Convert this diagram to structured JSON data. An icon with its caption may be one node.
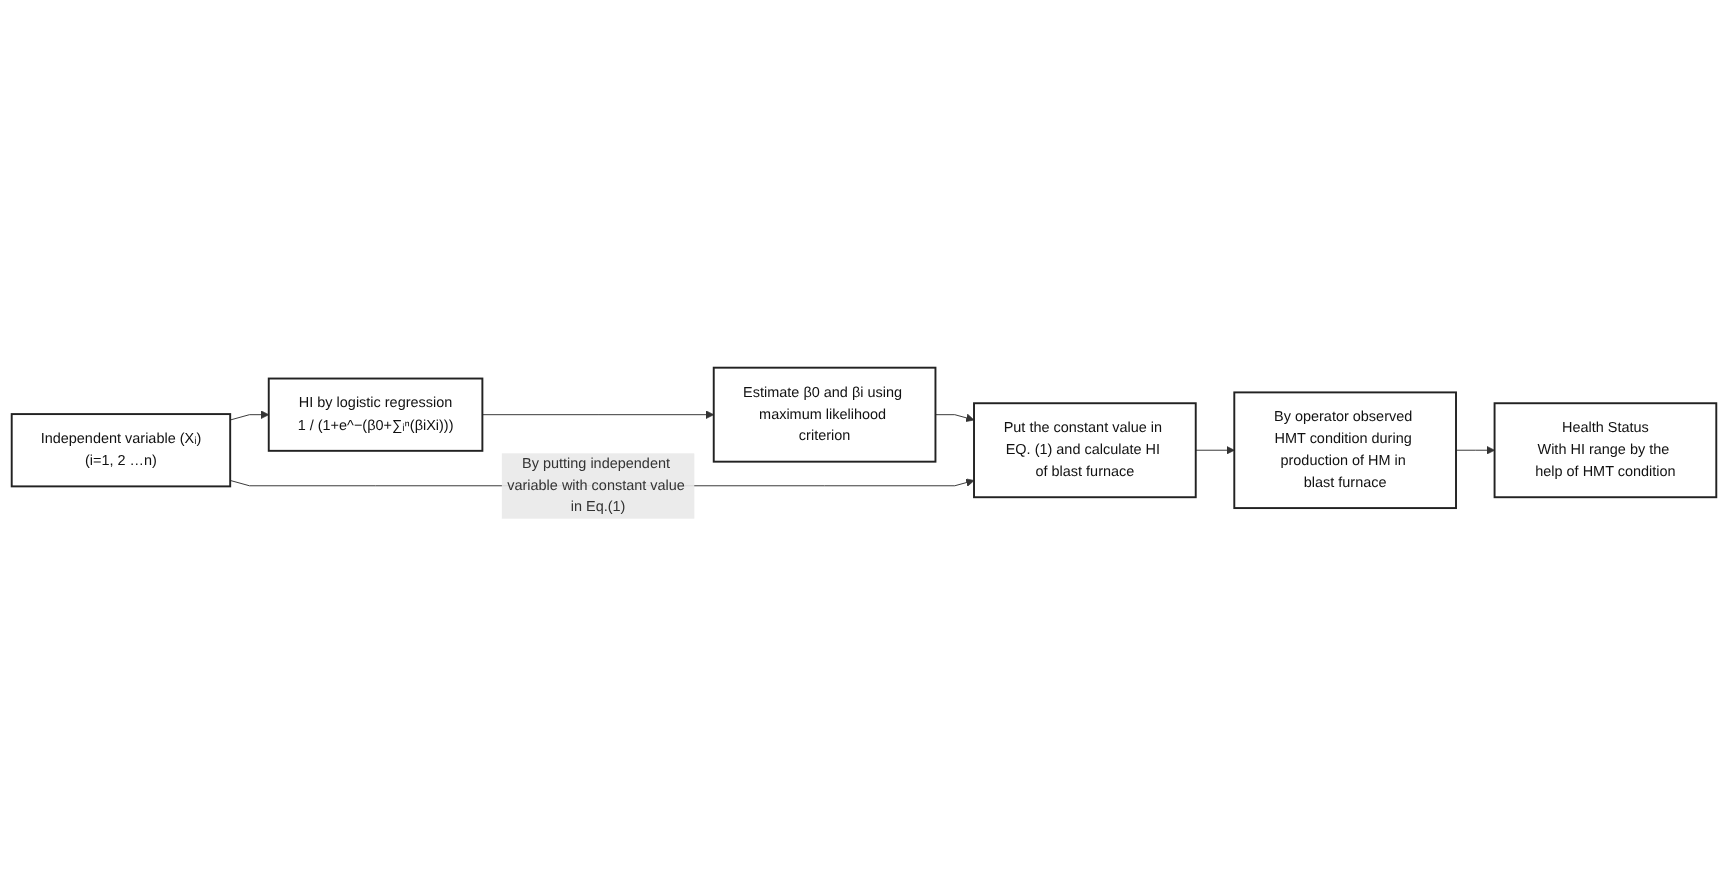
{
  "diagram": {
    "nodes": [
      {
        "text": [
          "Independent variable (Xᵢ)",
          "(i=1, 2 …n)"
        ]
      },
      {
        "text": [
          "HI by logistic regression",
          "1 / (1+e^−(β0+∑ᵢⁿ(βiXi)))"
        ]
      },
      {
        "text": [
          "Estimate β0 and βi using maximum likelihood criterion"
        ]
      },
      {
        "text": [
          "Put the constant value in EQ. (1) and calculate HI of blast furnace"
        ]
      },
      {
        "text": [
          "By operator observed HMT condition during production of HM in blast furnace"
        ]
      },
      {
        "text": [
          "Health Status",
          "With HI range by the help of HMT condition"
        ]
      }
    ],
    "edges": [
      {
        "from": 0,
        "to": 1,
        "arrow": "to"
      },
      {
        "from": 1,
        "to": 2,
        "arrow": "to"
      },
      {
        "from": 2,
        "to": 3,
        "arrow": "to"
      },
      {
        "from": 0,
        "to": 3,
        "arrow": "to",
        "label": "By putting independent variable with constant value in Eq.(1)"
      },
      {
        "from": 3,
        "to": 4,
        "arrow": "to"
      },
      {
        "from": 4,
        "to": 5,
        "arrow": "to"
      }
    ]
  }
}
